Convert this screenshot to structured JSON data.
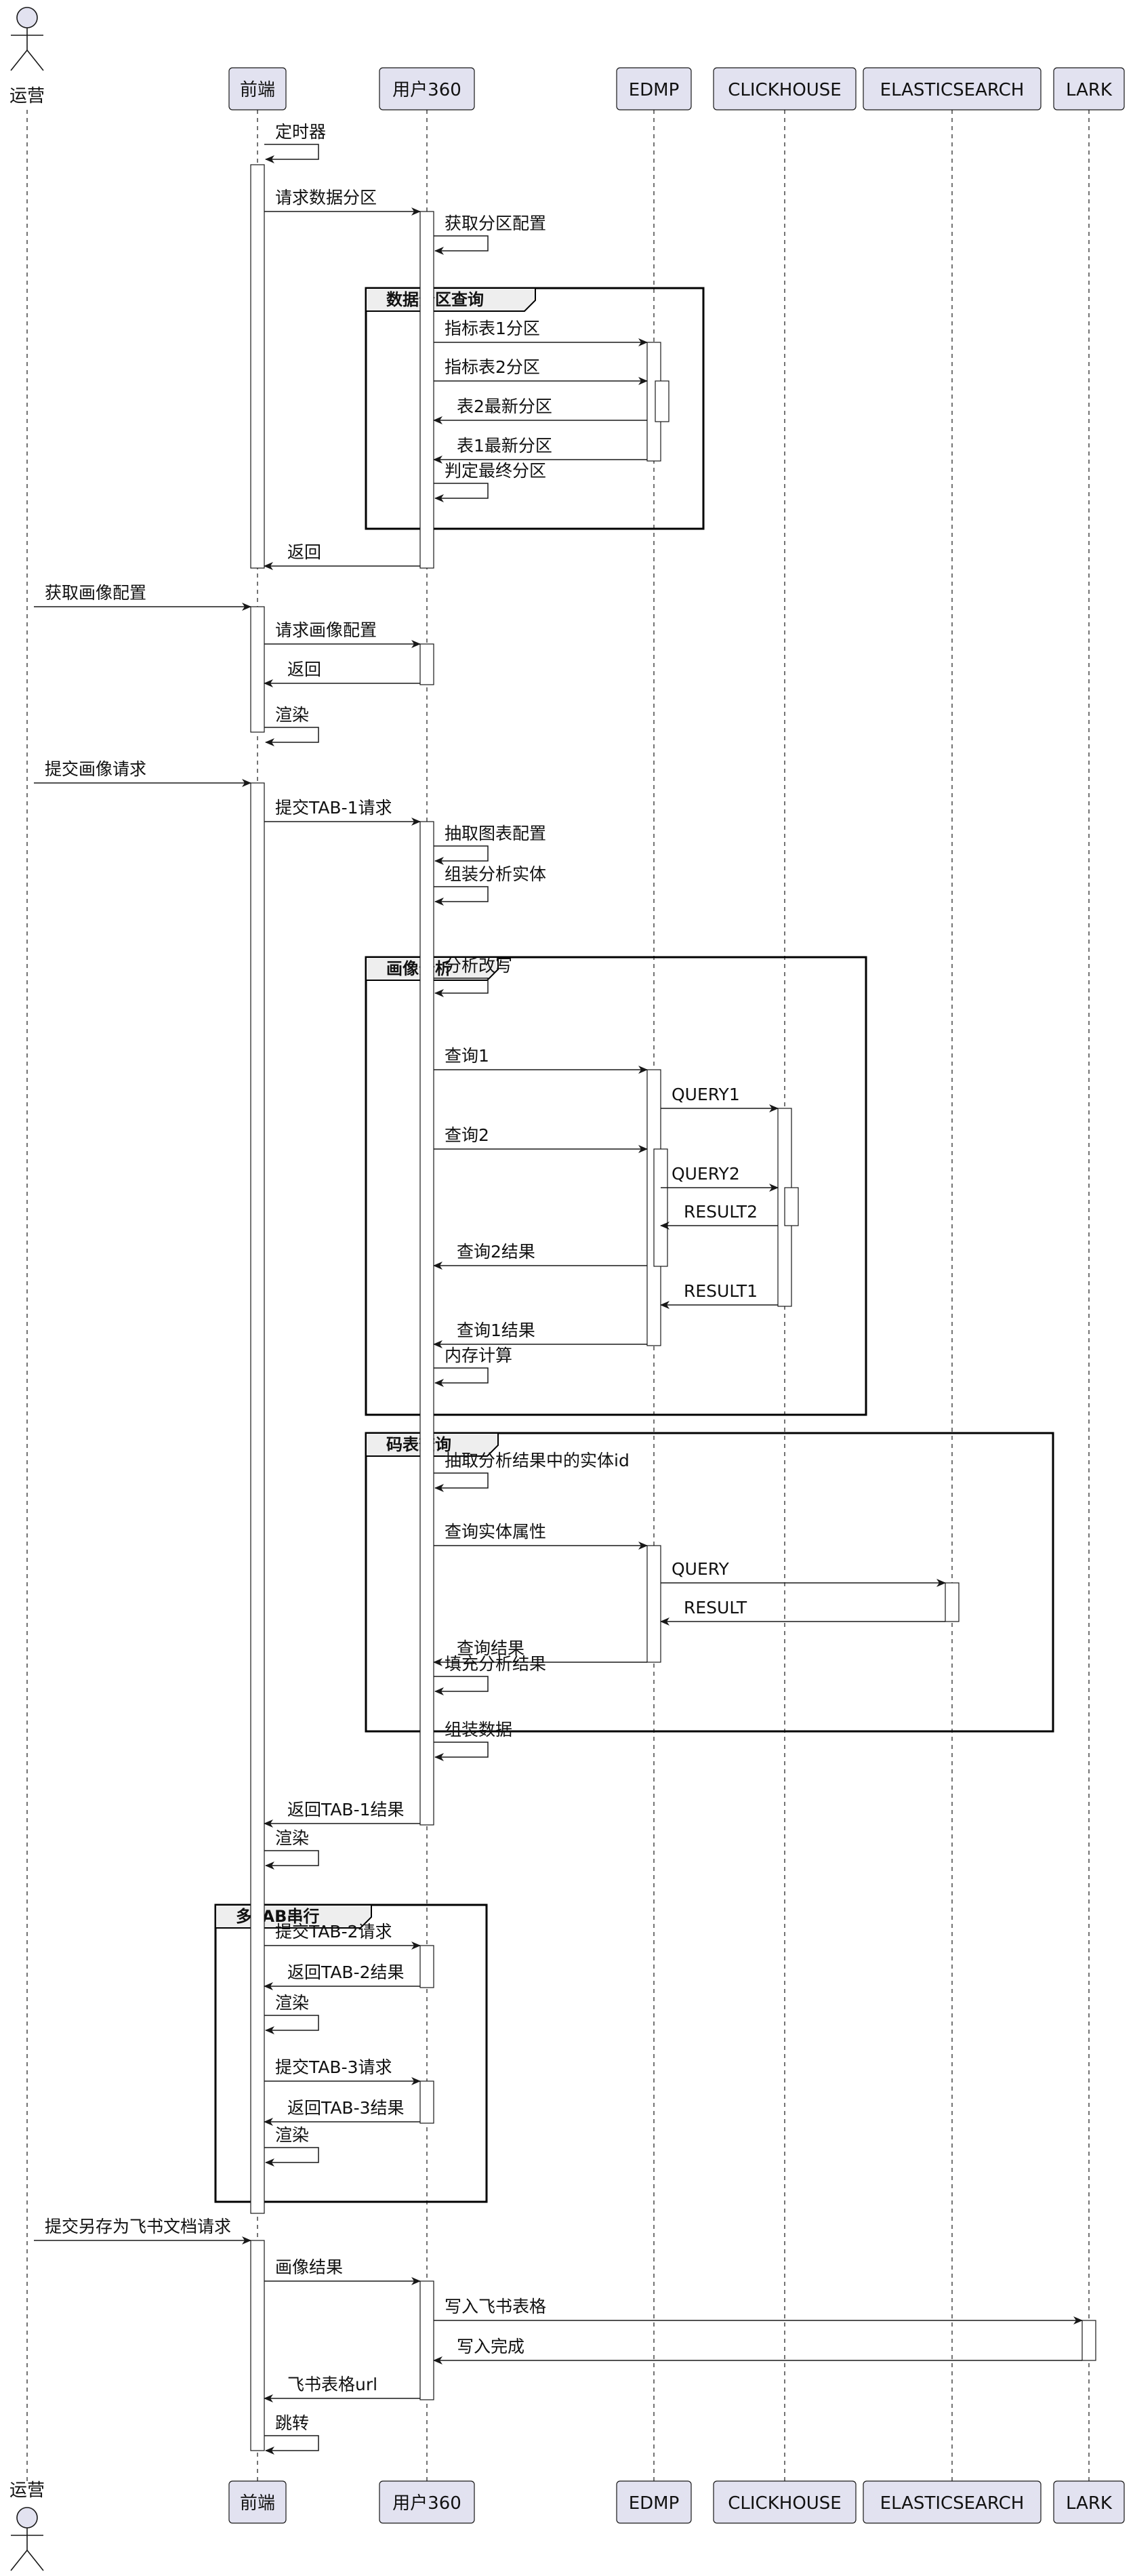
{
  "participants": [
    {
      "id": "ops",
      "label": "运营",
      "kind": "actor"
    },
    {
      "id": "fe",
      "label": "前端",
      "kind": "participant"
    },
    {
      "id": "u360",
      "label": "用户360",
      "kind": "participant"
    },
    {
      "id": "edmp",
      "label": "EDMP",
      "kind": "participant"
    },
    {
      "id": "ch",
      "label": "CLICKHOUSE",
      "kind": "participant"
    },
    {
      "id": "es",
      "label": "ELASTICSEARCH",
      "kind": "participant"
    },
    {
      "id": "lark",
      "label": "LARK",
      "kind": "participant"
    }
  ],
  "frames": [
    {
      "label": "数据分区查询"
    },
    {
      "label": "画像分析"
    },
    {
      "label": "码表查询"
    },
    {
      "label": "多TAB串行"
    }
  ],
  "messages": [
    {
      "from": "fe",
      "to": "fe",
      "label": "定时器"
    },
    {
      "from": "fe",
      "to": "u360",
      "label": "请求数据分区"
    },
    {
      "from": "u360",
      "to": "u360",
      "label": "获取分区配置"
    },
    {
      "from": "u360",
      "to": "edmp",
      "label": "指标表1分区"
    },
    {
      "from": "u360",
      "to": "edmp",
      "label": "指标表2分区"
    },
    {
      "from": "edmp",
      "to": "u360",
      "label": "表2最新分区"
    },
    {
      "from": "edmp",
      "to": "u360",
      "label": "表1最新分区"
    },
    {
      "from": "u360",
      "to": "u360",
      "label": "判定最终分区"
    },
    {
      "from": "u360",
      "to": "fe",
      "label": "返回"
    },
    {
      "from": "ops",
      "to": "fe",
      "label": "获取画像配置"
    },
    {
      "from": "fe",
      "to": "u360",
      "label": "请求画像配置"
    },
    {
      "from": "u360",
      "to": "fe",
      "label": "返回"
    },
    {
      "from": "fe",
      "to": "fe",
      "label": "渲染"
    },
    {
      "from": "ops",
      "to": "fe",
      "label": "提交画像请求"
    },
    {
      "from": "fe",
      "to": "u360",
      "label": "提交TAB-1请求"
    },
    {
      "from": "u360",
      "to": "u360",
      "label": "抽取图表配置"
    },
    {
      "from": "u360",
      "to": "u360",
      "label": "组装分析实体"
    },
    {
      "from": "u360",
      "to": "u360",
      "label": "分析改写"
    },
    {
      "from": "u360",
      "to": "edmp",
      "label": "查询1"
    },
    {
      "from": "edmp",
      "to": "ch",
      "label": "QUERY1"
    },
    {
      "from": "u360",
      "to": "edmp",
      "label": "查询2"
    },
    {
      "from": "edmp",
      "to": "ch",
      "label": "QUERY2"
    },
    {
      "from": "ch",
      "to": "edmp",
      "label": "RESULT2"
    },
    {
      "from": "edmp",
      "to": "u360",
      "label": "查询2结果"
    },
    {
      "from": "ch",
      "to": "edmp",
      "label": "RESULT1"
    },
    {
      "from": "edmp",
      "to": "u360",
      "label": "查询1结果"
    },
    {
      "from": "u360",
      "to": "u360",
      "label": "内存计算"
    },
    {
      "from": "u360",
      "to": "u360",
      "label": "抽取分析结果中的实体id"
    },
    {
      "from": "u360",
      "to": "edmp",
      "label": "查询实体属性"
    },
    {
      "from": "edmp",
      "to": "es",
      "label": "QUERY"
    },
    {
      "from": "es",
      "to": "edmp",
      "label": "RESULT"
    },
    {
      "from": "edmp",
      "to": "u360",
      "label": "查询结果"
    },
    {
      "from": "u360",
      "to": "u360",
      "label": "填充分析结果"
    },
    {
      "from": "u360",
      "to": "u360",
      "label": "组装数据"
    },
    {
      "from": "u360",
      "to": "fe",
      "label": "返回TAB-1结果"
    },
    {
      "from": "fe",
      "to": "fe",
      "label": "渲染"
    },
    {
      "from": "fe",
      "to": "u360",
      "label": "提交TAB-2请求"
    },
    {
      "from": "u360",
      "to": "fe",
      "label": "返回TAB-2结果"
    },
    {
      "from": "fe",
      "to": "fe",
      "label": "渲染"
    },
    {
      "from": "fe",
      "to": "u360",
      "label": "提交TAB-3请求"
    },
    {
      "from": "u360",
      "to": "fe",
      "label": "返回TAB-3结果"
    },
    {
      "from": "fe",
      "to": "fe",
      "label": "渲染"
    },
    {
      "from": "ops",
      "to": "fe",
      "label": "提交另存为飞书文档请求"
    },
    {
      "from": "fe",
      "to": "u360",
      "label": "画像结果"
    },
    {
      "from": "u360",
      "to": "lark",
      "label": "写入飞书表格"
    },
    {
      "from": "lark",
      "to": "u360",
      "label": "写入完成"
    },
    {
      "from": "u360",
      "to": "fe",
      "label": "飞书表格url"
    },
    {
      "from": "fe",
      "to": "fe",
      "label": "跳转"
    }
  ]
}
